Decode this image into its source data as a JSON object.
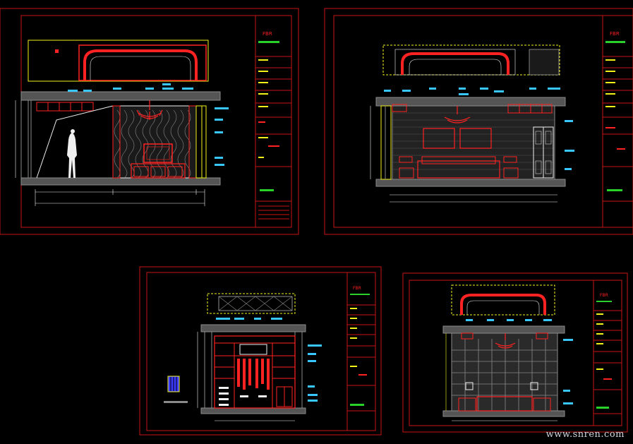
{
  "watermark": "www.snren.com",
  "colors": {
    "background": "#000000",
    "frame": "#c81414",
    "wall": "#8a8a8a",
    "accent_red": "#ff2222",
    "label_cyan": "#39c7ff",
    "yellow": "#f2f21a",
    "green": "#2bd12b",
    "white": "#f0f0f0"
  },
  "sheets": [
    {
      "id": "sheet-top-left",
      "brand": "FBR"
    },
    {
      "id": "sheet-top-right",
      "brand": "FBR"
    },
    {
      "id": "sheet-bottom-left",
      "brand": "FBR"
    },
    {
      "id": "sheet-bottom-right",
      "brand": "FBR"
    }
  ]
}
